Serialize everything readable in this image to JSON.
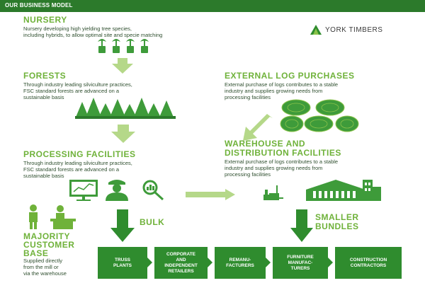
{
  "header": {
    "title": "OUR BUSINESS MODEL"
  },
  "brand": {
    "name": "YORK TIMBERS",
    "logo_icon": "york-timbers-logo-icon"
  },
  "nursery": {
    "title": "NURSERY",
    "description": "Nursery developing high yielding tree species,\nincluding hybrids, to allow optimal site and specie matching"
  },
  "forests": {
    "title": "FORESTS",
    "description": "Through industry leading silviculture practices,\nFSC standard forests are advanced on a\nsustainable basis"
  },
  "external_log_purchases": {
    "title": "EXTERNAL LOG PURCHASES",
    "description": "External purchase of logs contributes to a stable\nindustry and supplies growing needs from\nprocessing facilities"
  },
  "processing_facilities": {
    "title": "PROCESSING FACILITIES",
    "description": "Through industry leading silviculture practices,\nFSC standard forests are advanced on a\nsustainable basis"
  },
  "warehouse": {
    "title": "WAREHOUSE AND\nDISTRIBUTION FACILITIES",
    "description": "External purchase of logs contributes to a stable\nindustry and supplies growing needs from\nprocessing facilities"
  },
  "flow_labels": {
    "bulk": "BULK",
    "smaller_bundles": "SMALLER\nBUNDLES"
  },
  "customer_base": {
    "title": "MAJORITY\nCUSTOMER\nBASE",
    "description": "Supplied directly\nfrom the mill or\nvia the warehouse"
  },
  "customers": [
    "TRUSS\nPLANTS",
    "CORPORATE\nAND\nINDEPENDENT\nRETAILERS",
    "REMANU-\nFACTURERS",
    "FURNITURE\nMANUFAC-\nTURERS",
    "CONSTRUCTION\nCONTRACTORS"
  ],
  "colors": {
    "header_bar": "#2c7a2b",
    "heading_green": "#6fb23a",
    "dark_green": "#2f8c2e",
    "light_arrow": "#b5d889",
    "body_text": "#2f4f2f"
  }
}
